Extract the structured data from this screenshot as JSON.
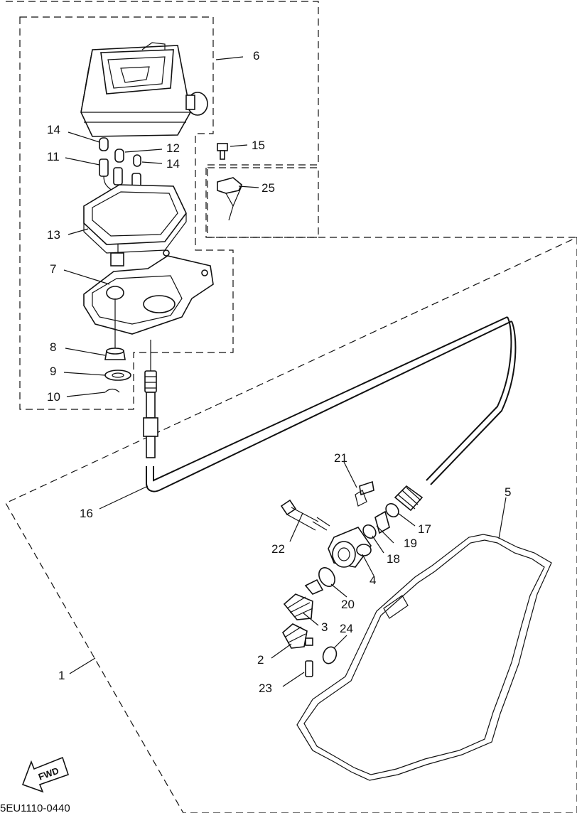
{
  "diagram_code": "5EU1110-0440",
  "fwd_label": "FWD",
  "callouts": [
    "1",
    "2",
    "3",
    "4",
    "5",
    "6",
    "7",
    "8",
    "9",
    "10",
    "11",
    "12",
    "13",
    "14",
    "14",
    "15",
    "16",
    "17",
    "18",
    "19",
    "20",
    "21",
    "22",
    "23",
    "24",
    "25"
  ]
}
